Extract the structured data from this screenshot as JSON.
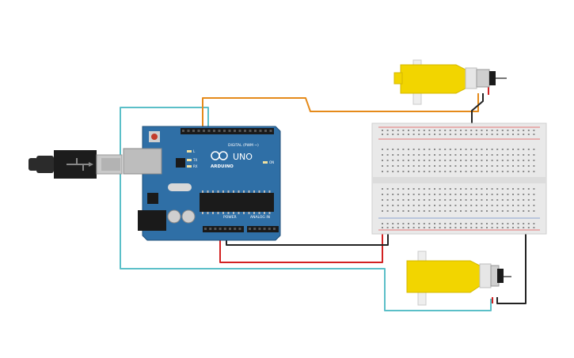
{
  "arduino": {
    "brand": "ARDUINO",
    "model": "UNO",
    "digital_label": "DIGITAL (PWM ~)",
    "power_label": "POWER",
    "analog_label": "ANALOG IN",
    "on_label": "ON",
    "tx_label": "TX",
    "rx_label": "RX",
    "l_label": "L"
  },
  "colors": {
    "board": "#2f6fa6",
    "board_edge": "#1f4f7a",
    "breadboard": "#e9e9e9",
    "motor_body": "#f2d500",
    "wire_orange": "#e58a1a",
    "wire_cyan": "#5bbfc8",
    "wire_red": "#d22222",
    "wire_black": "#222222",
    "rail_red": "#e05050",
    "rail_blue": "#6b8ac4"
  }
}
